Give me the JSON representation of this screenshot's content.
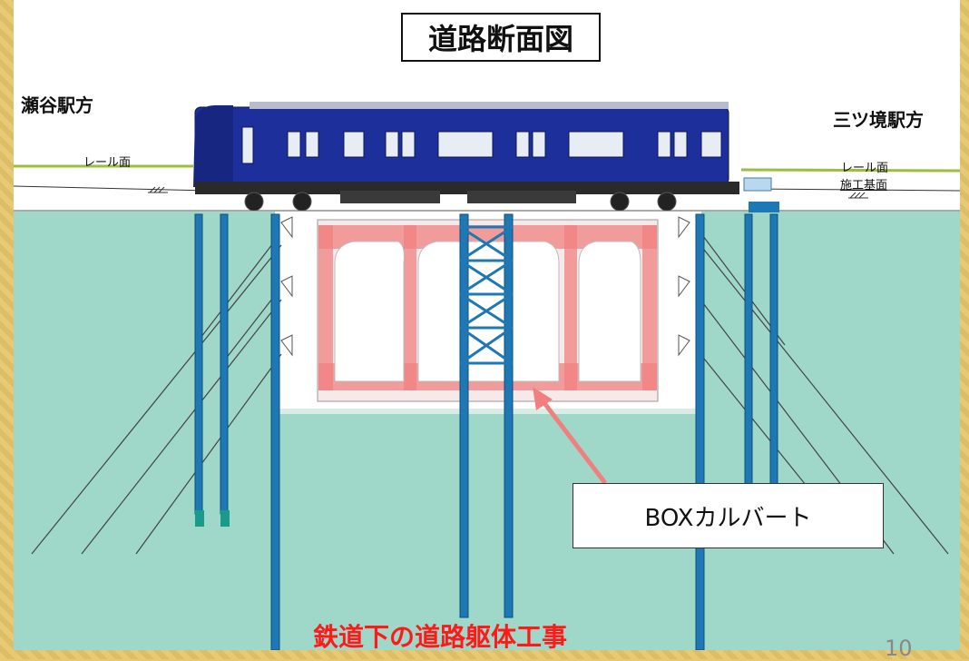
{
  "title": "道路断面図",
  "stations": {
    "left": "瀬谷駅方",
    "right": "三ツ境駅方"
  },
  "labels": {
    "rail_left": "レール面",
    "rail_right": "レール面",
    "construction_base": "施工基面"
  },
  "callout": "BOXカルバート",
  "caption": "鉄道下の道路躯体工事",
  "page_number": "10",
  "colors": {
    "ground": "#9fd8c8",
    "pile": "#1e78b4",
    "train_body": "#1c2f9a",
    "box_culvert": "#f08080",
    "caption": "#ff1a1a",
    "rail_line": "#9bbf3c"
  }
}
